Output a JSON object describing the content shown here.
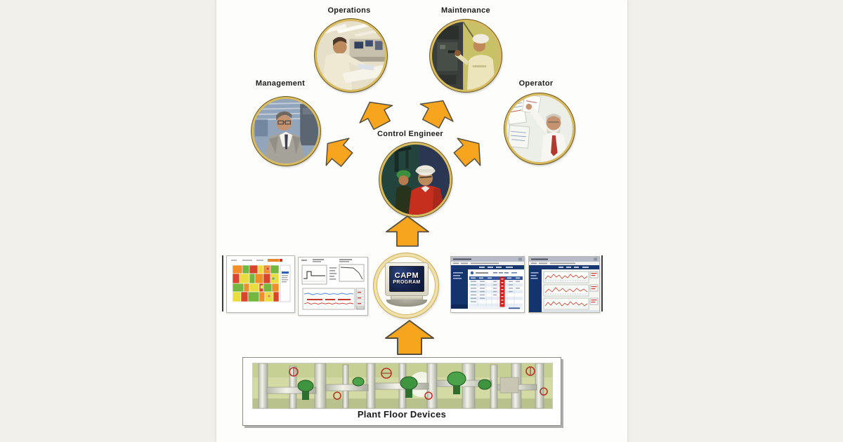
{
  "figure": {
    "roles": [
      {
        "id": "operations",
        "label": "Operations"
      },
      {
        "id": "maintenance",
        "label": "Maintenance"
      },
      {
        "id": "management",
        "label": "Management"
      },
      {
        "id": "operator",
        "label": "Operator"
      },
      {
        "id": "control_engineer",
        "label": "Control Engineer"
      }
    ],
    "capm": {
      "title": "CAPM",
      "subtitle": "PROGRAM"
    },
    "plant_floor_label": "Plant Floor Devices",
    "arrows": [
      "plant-floor-to-capm",
      "capm-to-control-engineer",
      "control-engineer-to-operations",
      "control-engineer-to-maintenance",
      "control-engineer-to-management",
      "control-engineer-to-operator"
    ],
    "screenshots": [
      "heatmap-treemap-app",
      "control-loop-charts-app",
      "asset-table-web-app",
      "trend-charts-web-app"
    ],
    "colors": {
      "arrow": "#F7A41F",
      "arrow_outline": "#55503F",
      "gold_ring": "#D9BC62",
      "capm_screen": "#15244E",
      "canvas": "#FDFDFB",
      "page_bg": "#F2F0EB"
    }
  }
}
